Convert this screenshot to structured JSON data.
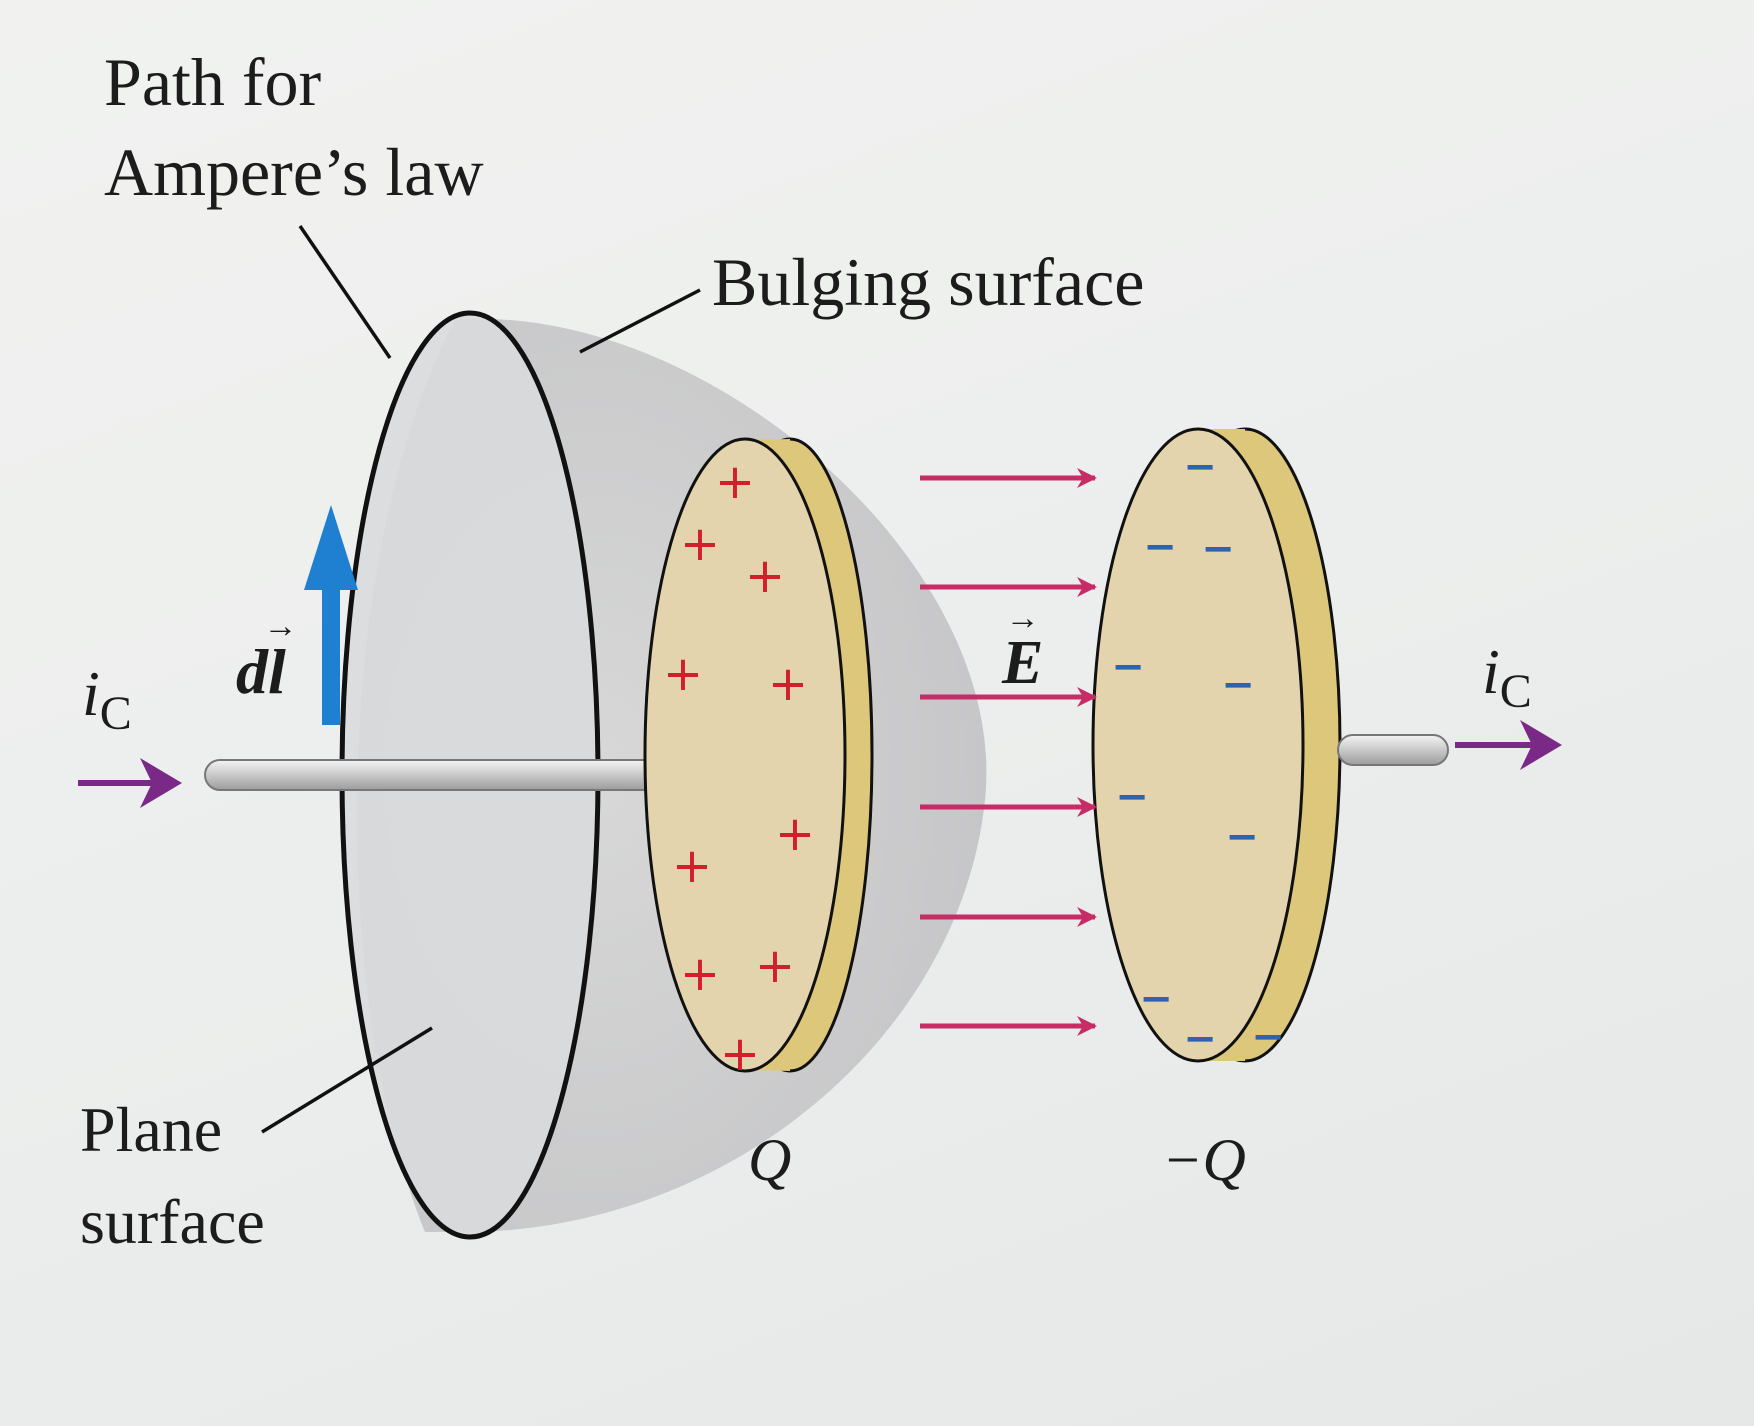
{
  "labels": {
    "path_line1": "Path for",
    "path_line2": "Ampere’s law",
    "bulging": "Bulging surface",
    "plane_line1": "Plane",
    "plane_line2": "surface",
    "ic_symbol": "i",
    "ic_subscript": "C",
    "dl_d": "d",
    "dl_l": "l",
    "E": "E",
    "Q": "Q",
    "neg_Q": "−Q"
  },
  "plus_signs": [
    "+",
    "+",
    "+",
    "+",
    "+",
    "+",
    "+",
    "+",
    "+",
    "+"
  ],
  "minus_signs": [
    "−",
    "−",
    "−",
    "−",
    "−",
    "−",
    "−",
    "−",
    "−",
    "−"
  ],
  "colors": {
    "background": "#eceeed",
    "plate_face": "#e3d4ae",
    "plate_edge": "#dcc77a",
    "plus_charge": "#d0202c",
    "minus_charge": "#2f62b0",
    "field_arrow": "#c62c66",
    "current_arrow": "#7a2a86",
    "dl_arrow": "#1f7fd0",
    "surface_shade": "#c4c4c4",
    "wire": "#bdbdbd"
  },
  "icons": {
    "current_in": "current-arrow-right",
    "current_out": "current-arrow-right",
    "dl": "tangent-arrow-up",
    "field": "field-arrow-right"
  }
}
